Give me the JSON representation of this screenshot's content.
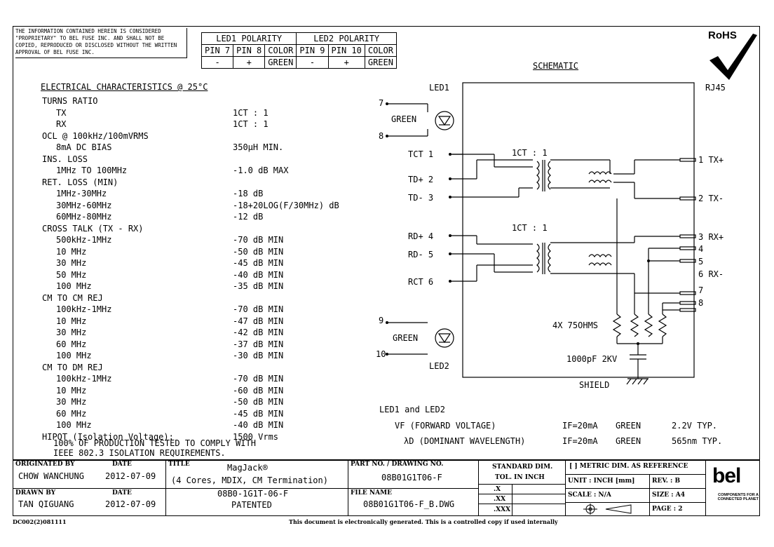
{
  "notice": "THE INFORMATION CONTAINED HEREIN IS CONSIDERED \"PROPRIETARY\" TO BEL FUSE INC. AND SHALL NOT BE COPIED, REPRODUCED OR DISCLOSED WITHOUT THE WRITTEN APPROVAL OF BEL FUSE INC.",
  "polarity": {
    "led1_header": "LED1 POLARITY",
    "led2_header": "LED2 POLARITY",
    "columns": [
      "PIN 7",
      "PIN 8",
      "COLOR",
      "PIN 9",
      "PIN 10",
      "COLOR"
    ],
    "values": [
      "-",
      "+",
      "GREEN",
      "-",
      "+",
      "GREEN"
    ]
  },
  "rohs": "RoHS",
  "schematic_title": "SCHEMATIC",
  "electrical": {
    "title": "ELECTRICAL CHARACTERISTICS @ 25°C",
    "rows": [
      {
        "label": "TURNS RATIO",
        "value": "",
        "indent": 0
      },
      {
        "label": "TX",
        "value": "1CT : 1",
        "indent": 1
      },
      {
        "label": "RX",
        "value": "1CT : 1",
        "indent": 1
      },
      {
        "label": "OCL @ 100kHz/100mVRMS",
        "value": "",
        "indent": 0
      },
      {
        "label": "8mA DC BIAS",
        "value": "350µH MIN.",
        "indent": 1
      },
      {
        "label": "INS. LOSS",
        "value": "",
        "indent": 0
      },
      {
        "label": "1MHz TO 100MHz",
        "value": "-1.0 dB MAX",
        "indent": 1
      },
      {
        "label": "RET. LOSS (MIN)",
        "value": "",
        "indent": 0
      },
      {
        "label": "1MHz-30MHz",
        "value": "-18 dB",
        "indent": 1
      },
      {
        "label": "30MHz-60MHz",
        "value": "-18+20LOG(F/30MHz) dB",
        "indent": 1
      },
      {
        "label": "60MHz-80MHz",
        "value": "-12 dB",
        "indent": 1
      },
      {
        "label": "CROSS TALK (TX - RX)",
        "value": "",
        "indent": 0
      },
      {
        "label": "500kHz-1MHz",
        "value": "-70 dB MIN",
        "indent": 1
      },
      {
        "label": "10 MHz",
        "value": "-50 dB MIN",
        "indent": 1
      },
      {
        "label": "30 MHz",
        "value": "-45 dB MIN",
        "indent": 1
      },
      {
        "label": "50 MHz",
        "value": "-40 dB MIN",
        "indent": 1
      },
      {
        "label": "100 MHz",
        "value": "-35 dB MIN",
        "indent": 1
      },
      {
        "label": "CM TO CM REJ",
        "value": "",
        "indent": 0
      },
      {
        "label": "100kHz-1MHz",
        "value": "-70 dB MIN",
        "indent": 1
      },
      {
        "label": "10 MHz",
        "value": "-47 dB MIN",
        "indent": 1
      },
      {
        "label": "30 MHz",
        "value": "-42 dB MIN",
        "indent": 1
      },
      {
        "label": "60 MHz",
        "value": "-37 dB MIN",
        "indent": 1
      },
      {
        "label": "100 MHz",
        "value": "-30 dB MIN",
        "indent": 1
      },
      {
        "label": "CM TO DM REJ",
        "value": "",
        "indent": 0
      },
      {
        "label": "100kHz-1MHz",
        "value": "-70 dB MIN",
        "indent": 1
      },
      {
        "label": "10 MHz",
        "value": "-60 dB MIN",
        "indent": 1
      },
      {
        "label": "30 MHz",
        "value": "-50 dB MIN",
        "indent": 1
      },
      {
        "label": "60 MHz",
        "value": "-45 dB MIN",
        "indent": 1
      },
      {
        "label": "100 MHz",
        "value": "-40 dB MIN",
        "indent": 1
      },
      {
        "label": "HIPOT (Isolation Voltage):",
        "value": "1500 Vrms",
        "indent": 0
      }
    ],
    "compliance_1": "100% OF PRODUCTION TESTED TO COMPLY WITH",
    "compliance_2": "IEEE 802.3 ISOLATION REQUIREMENTS."
  },
  "schematic": {
    "led1": "LED1",
    "led2": "LED2",
    "rj45": "RJ45",
    "green": "GREEN",
    "pin7": "7",
    "pin8": "8",
    "pin9": "9",
    "pin10": "10",
    "ratio_top": "1CT : 1",
    "ratio_bottom": "1CT : 1",
    "left_pins": [
      "TCT 1",
      "TD+ 2",
      "TD- 3",
      "RD+ 4",
      "RD- 5",
      "RCT 6"
    ],
    "right_pins": [
      "1  TX+",
      "2  TX-",
      "3  RX+",
      "4",
      "5",
      "6  RX-",
      "7",
      "8"
    ],
    "resistors": "4X 75OHMS",
    "capacitor": "1000pF 2KV",
    "shield": "SHIELD"
  },
  "led_specs": {
    "heading": "LED1 and LED2",
    "vf_label": "VF (FORWARD VOLTAGE)",
    "vf_cond": "IF=20mA",
    "vf_color": "GREEN",
    "vf_value": "2.2V TYP.",
    "wl_label": "λD (DOMINANT WAVELENGTH)",
    "wl_cond": "IF=20mA",
    "wl_color": "GREEN",
    "wl_value": "565nm TYP."
  },
  "title_block": {
    "originated_by_label": "ORIGINATED BY",
    "originated_by": "CHOW WANCHUNG",
    "date_label": "DATE",
    "originated_date": "2012-07-09",
    "drawn_by_label": "DRAWN BY",
    "drawn_by": "TAN QIGUANG",
    "drawn_date": "2012-07-09",
    "title_label": "TITLE",
    "title_1": "MagJack®",
    "title_2": "(4 Cores, MDIX, CM Termination)",
    "title_3": "08B0-1G1T-06-F",
    "title_4": "PATENTED",
    "part_label": "PART NO. / DRAWING NO.",
    "part_no": "08B01G1T06-F",
    "file_label": "FILE NAME",
    "file_name": "08B01G1T06-F_B.DWG",
    "std_dim_1": "STANDARD DIM.",
    "std_dim_2": "TOL. IN INCH",
    "tol_x": ".X",
    "tol_xx": ".XX",
    "tol_xxx": ".XXX",
    "metric_ref": "[ ] METRIC DIM. AS REFERENCE",
    "unit": "UNIT : INCH [mm]",
    "rev": "REV. :   B",
    "scale": "SCALE :    N/A",
    "size": "SIZE :  A4",
    "page": "PAGE :  2",
    "logo": "bel",
    "logo_tag": "COMPONENTS FOR A CONNECTED PLANET"
  },
  "footer": {
    "doc_code": "DC002(2)081111",
    "note": "This document is electronically generated. This is a controlled copy if used internally"
  }
}
